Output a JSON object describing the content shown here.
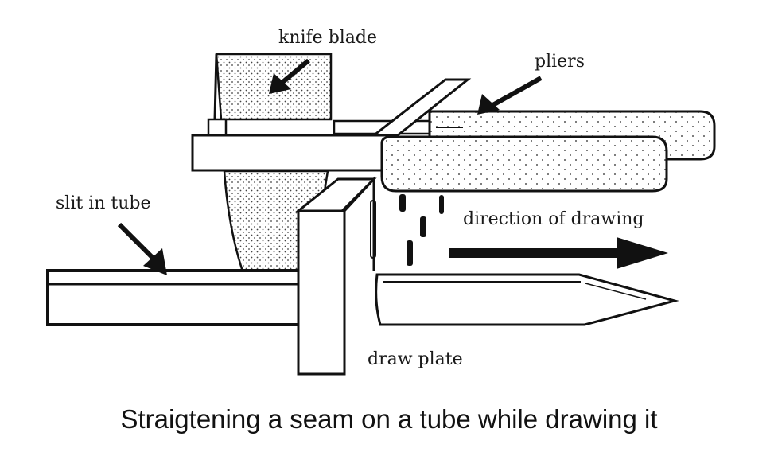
{
  "figure": {
    "labels": {
      "knife_blade": "knife blade",
      "pliers": "pliers",
      "slit_in_tube": "slit in tube",
      "direction_of_drawing": "direction of drawing",
      "draw_plate": "draw plate"
    },
    "caption": "Straigtening a seam on a tube while drawing it"
  },
  "colors": {
    "ink": "#111111",
    "paper": "#ffffff",
    "stipple": "#444444"
  }
}
